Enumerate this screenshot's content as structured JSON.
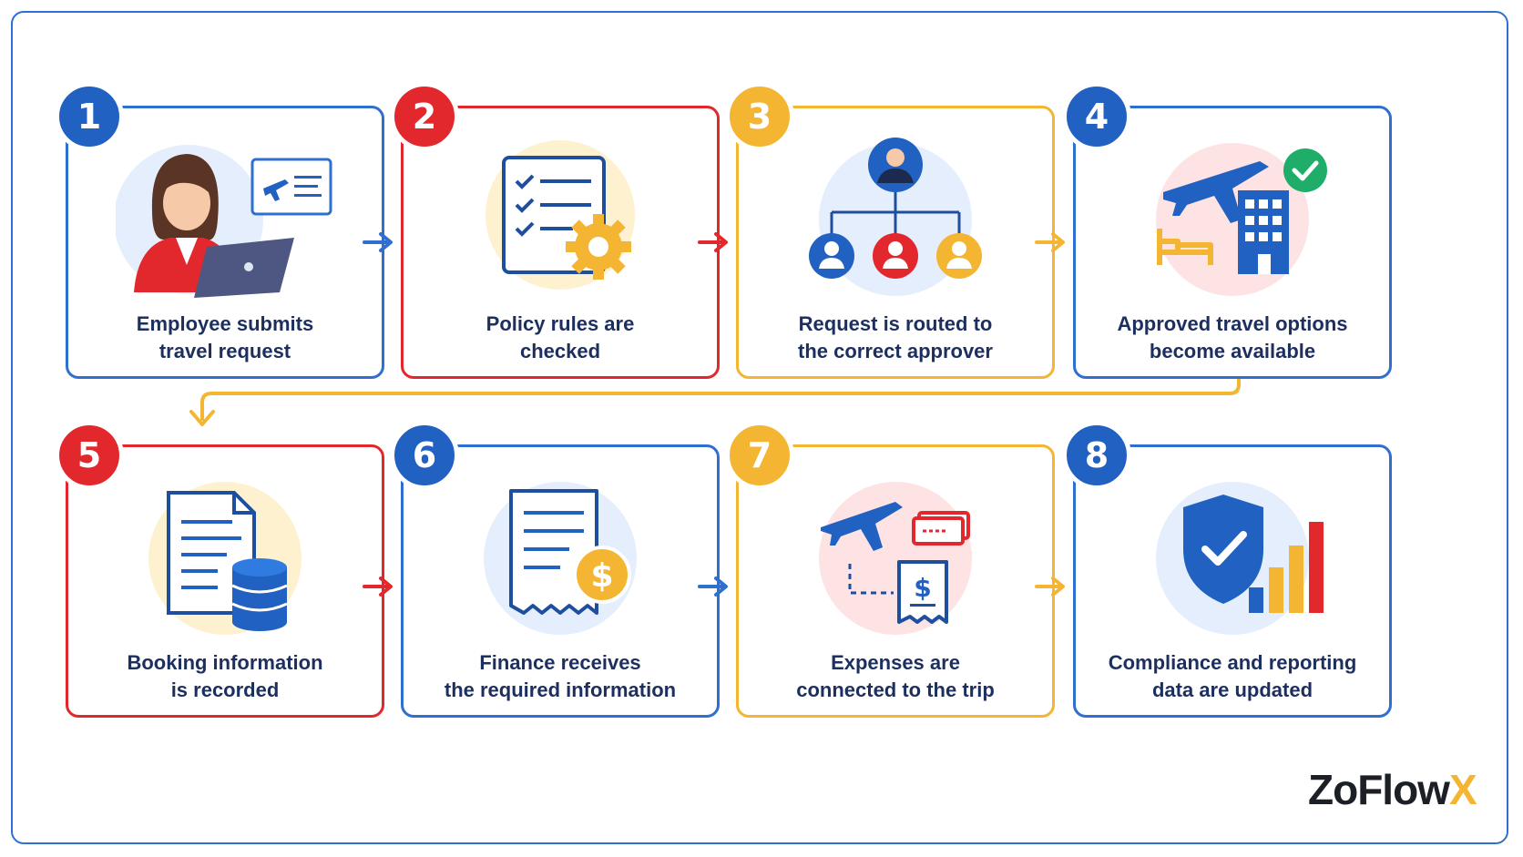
{
  "steps": [
    {
      "number": "1",
      "line1": "Employee submits",
      "line2": "travel request"
    },
    {
      "number": "2",
      "line1": "Policy rules are",
      "line2": "checked"
    },
    {
      "number": "3",
      "line1": "Request is routed to",
      "line2": "the correct approver"
    },
    {
      "number": "4",
      "line1": "Approved travel options",
      "line2": "become available"
    },
    {
      "number": "5",
      "line1": "Booking information",
      "line2": "is recorded"
    },
    {
      "number": "6",
      "line1": "Finance receives",
      "line2": "the required information"
    },
    {
      "number": "7",
      "line1": "Expenses are",
      "line2": "connected to the trip"
    },
    {
      "number": "8",
      "line1": "Compliance and reporting",
      "line2": "data are updated"
    }
  ],
  "brand": {
    "name_main": "ZoFlow",
    "name_accent": "X"
  },
  "colors": {
    "blue": "#2161c2",
    "red": "#e3282d",
    "yellow": "#f4b533",
    "text": "#1c2f5e"
  },
  "icons": [
    "employee-laptop-icon",
    "policy-checklist-gear-icon",
    "approver-hierarchy-icon",
    "travel-options-icon",
    "booking-database-icon",
    "finance-invoice-icon",
    "trip-expense-icon",
    "compliance-report-icon"
  ]
}
